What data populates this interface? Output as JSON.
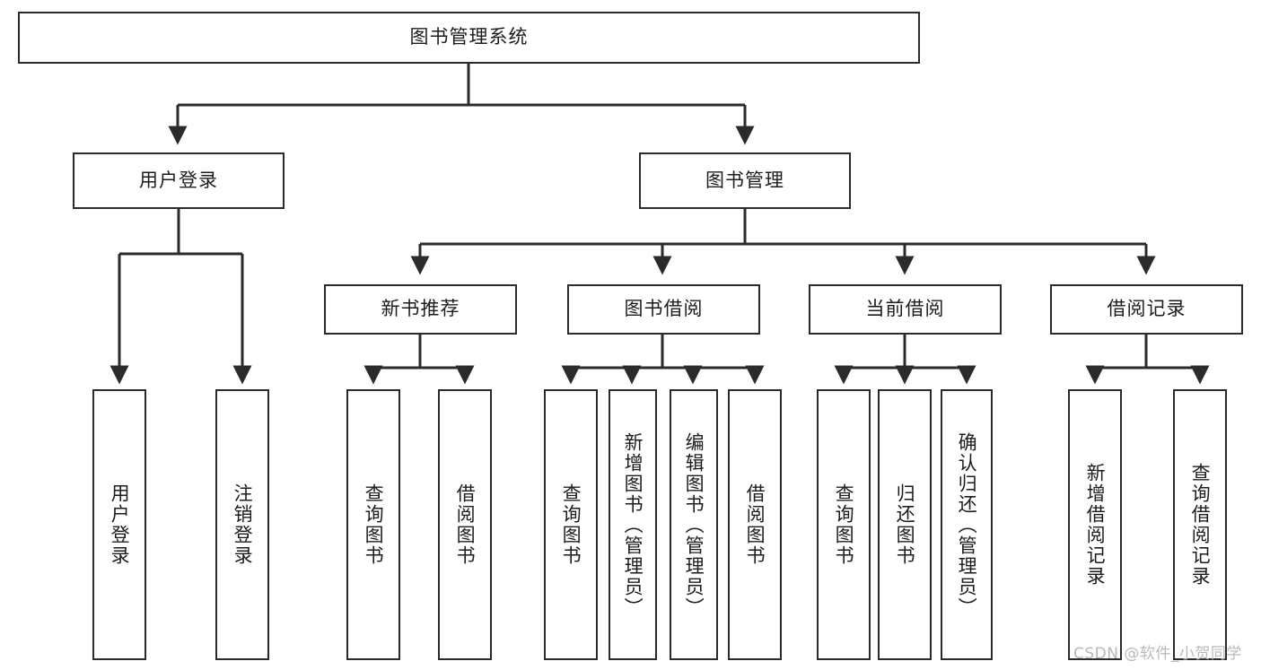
{
  "diagram": {
    "title": "图书管理系统",
    "type": "tree-hierarchy",
    "root": {
      "id": "root",
      "label": "图书管理系统"
    },
    "level1": [
      {
        "id": "user-login",
        "label": "用户登录"
      },
      {
        "id": "book-manage",
        "label": "图书管理"
      }
    ],
    "level2": [
      {
        "id": "new-book-rec",
        "label": "新书推荐",
        "parent": "book-manage"
      },
      {
        "id": "book-borrow",
        "label": "图书借阅",
        "parent": "book-manage"
      },
      {
        "id": "current-borrow",
        "label": "当前借阅",
        "parent": "book-manage"
      },
      {
        "id": "borrow-record",
        "label": "借阅记录",
        "parent": "book-manage"
      }
    ],
    "leaves": [
      {
        "id": "leaf-user-login",
        "label": "用户登录",
        "parent": "user-login"
      },
      {
        "id": "leaf-user-logout",
        "label": "注销登录",
        "parent": "user-login"
      },
      {
        "id": "leaf-rec-query",
        "label": "查询图书",
        "parent": "new-book-rec"
      },
      {
        "id": "leaf-rec-borrow",
        "label": "借阅图书",
        "parent": "new-book-rec"
      },
      {
        "id": "leaf-borrow-query",
        "label": "查询图书",
        "parent": "book-borrow"
      },
      {
        "id": "leaf-borrow-add",
        "label": "新增图书（管理员）",
        "parent": "book-borrow"
      },
      {
        "id": "leaf-borrow-edit",
        "label": "编辑图书（管理员）",
        "parent": "book-borrow"
      },
      {
        "id": "leaf-borrow-lend",
        "label": "借阅图书",
        "parent": "book-borrow"
      },
      {
        "id": "leaf-cur-query",
        "label": "查询图书",
        "parent": "current-borrow"
      },
      {
        "id": "leaf-cur-return",
        "label": "归还图书",
        "parent": "current-borrow"
      },
      {
        "id": "leaf-cur-confirm",
        "label": "确认归还（管理员）",
        "parent": "current-borrow"
      },
      {
        "id": "leaf-rec-add",
        "label": "新增借阅记录",
        "parent": "borrow-record"
      },
      {
        "id": "leaf-rec-query2",
        "label": "查询借阅记录",
        "parent": "borrow-record"
      }
    ],
    "watermark": "CSDN @软件_小贺同学",
    "colors": {
      "stroke": "#2b2b2b",
      "fill": "#ffffff",
      "text": "#1c1c1c",
      "watermark": "#b9b9b9"
    }
  }
}
